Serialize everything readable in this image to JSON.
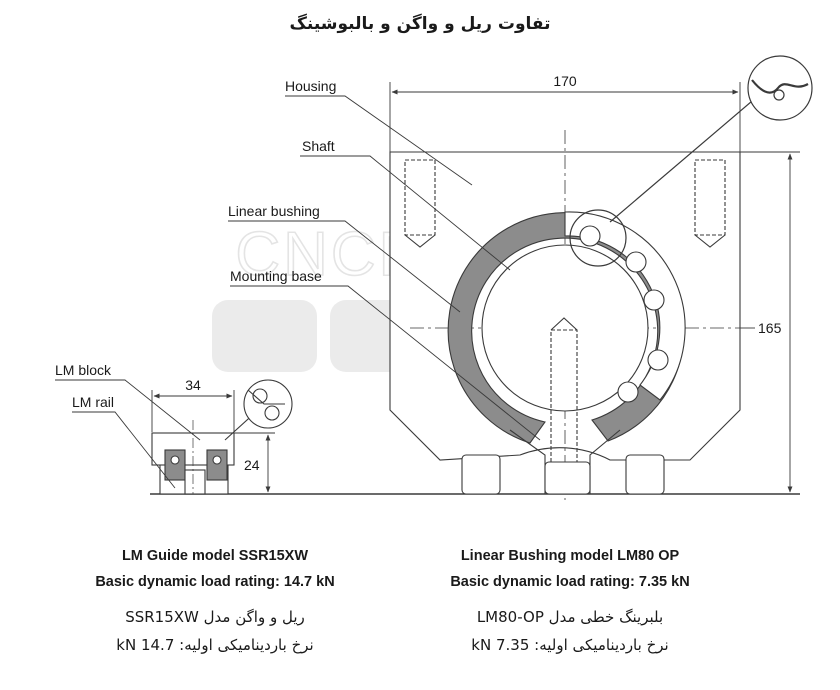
{
  "title": "تفاوت ریل و واگن و بالبوشینگ",
  "labels": {
    "housing": "Housing",
    "shaft": "Shaft",
    "linear_bushing": "Linear bushing",
    "mounting_base": "Mounting base",
    "lm_block": "LM block",
    "lm_rail": "LM rail"
  },
  "dimensions": {
    "width_bushing": "170",
    "height_bushing": "165",
    "width_guide": "34",
    "height_guide": "24"
  },
  "watermark": "CNCPARTS",
  "captions": {
    "guide": {
      "model_en": "LM Guide model SSR15XW",
      "rating_en": "Basic dynamic load rating: 14.7 kN",
      "model_fa": "ریل و واگن مدل SSR15XW",
      "rating_fa": "نرخ باردینامیکی اولیه: 14.7 kN"
    },
    "bushing": {
      "model_en": "Linear Bushing model LM80 OP",
      "rating_en": "Basic dynamic load rating: 7.35 kN",
      "model_fa": "بلبرینگ خطی مدل LM80-OP",
      "rating_fa": "نرخ باردینامیکی اولیه: 7.35 kN"
    }
  },
  "colors": {
    "line": "#3a3a3a",
    "bushing_fill": "#8c8c8c",
    "watermark": "#d9d9d9"
  }
}
